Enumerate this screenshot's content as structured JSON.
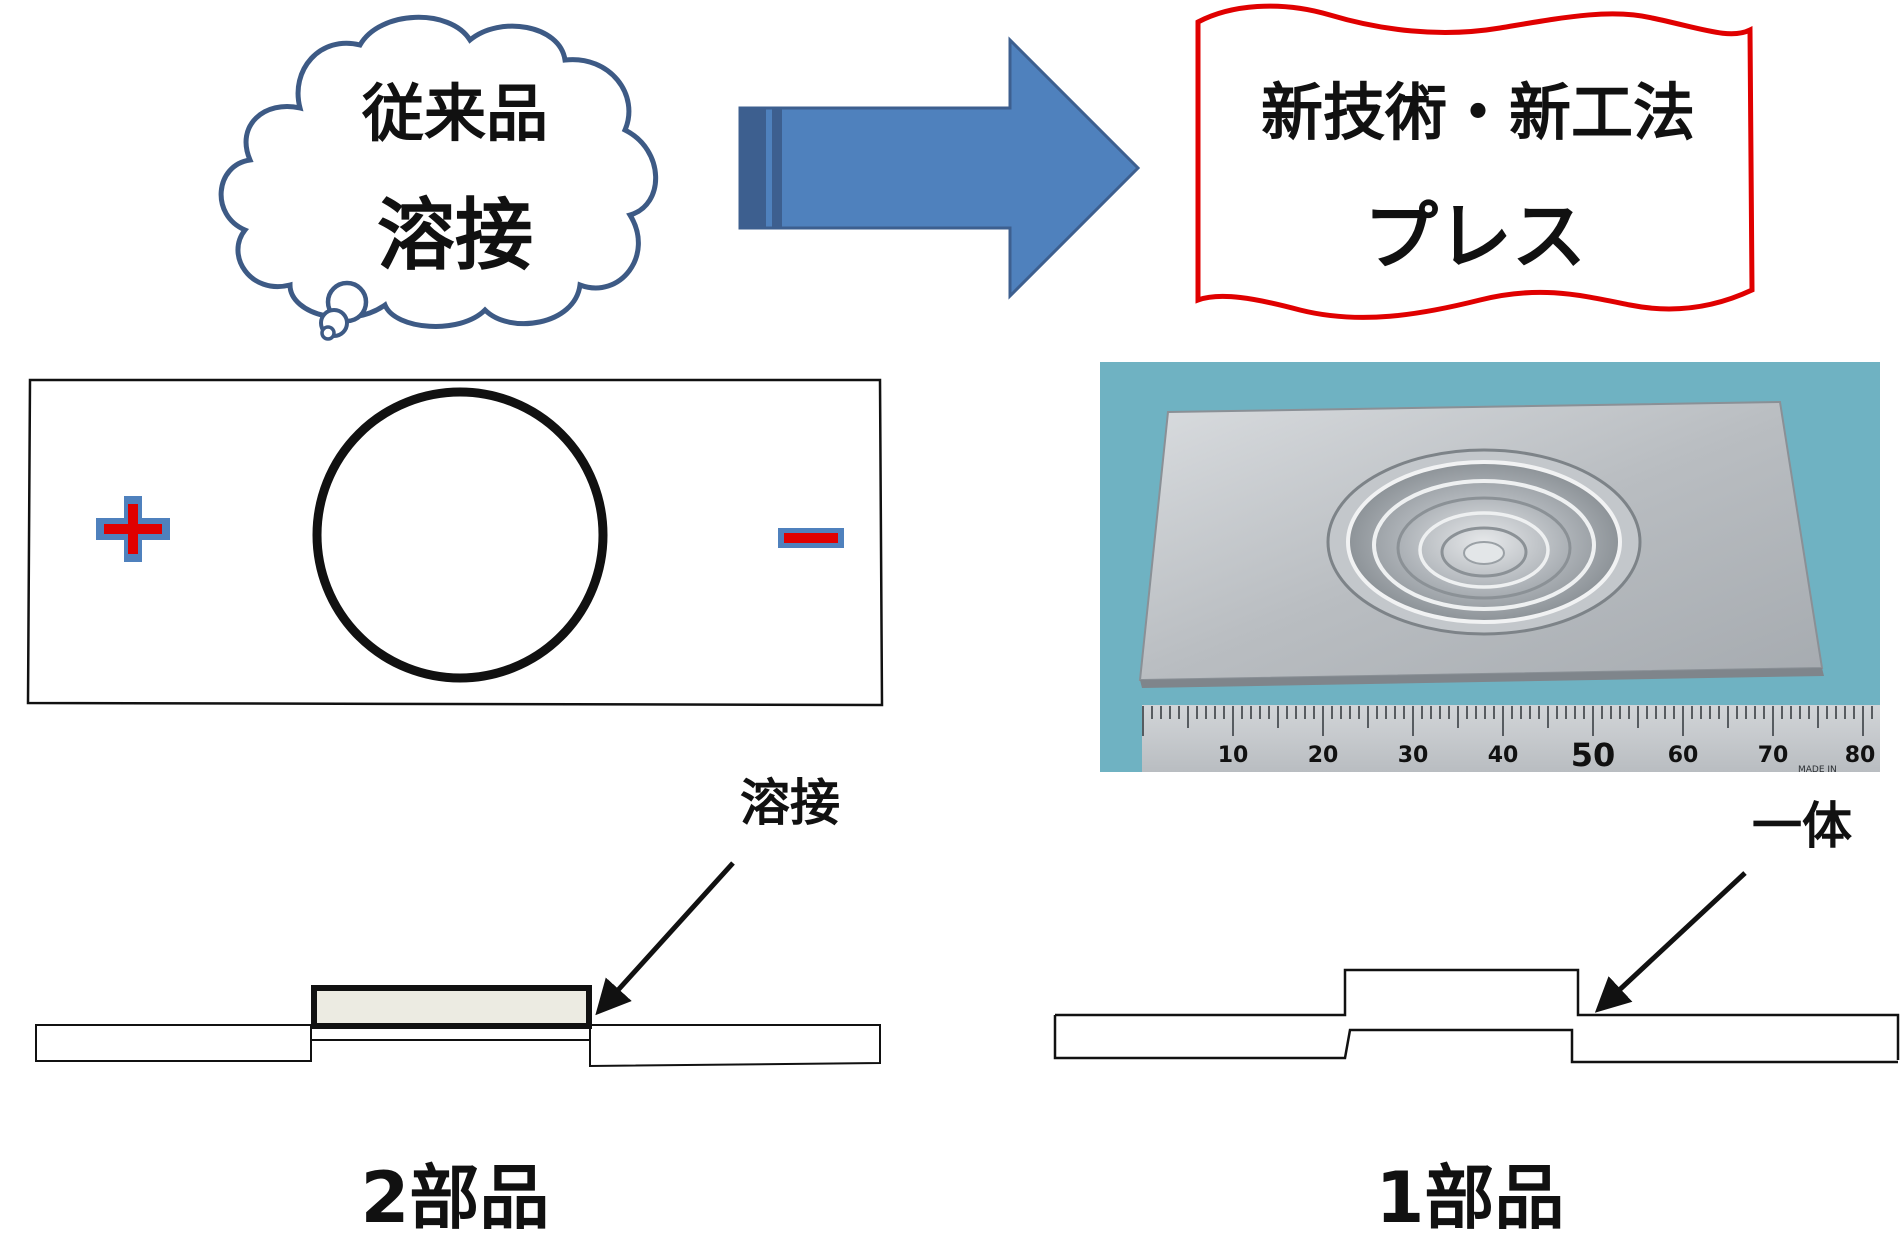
{
  "conventional": {
    "line1": "従来品",
    "line2": "溶接"
  },
  "new_method": {
    "line1": "新技術・新工法",
    "line2": "プレス"
  },
  "left_plate": {
    "plus_sign": "+",
    "minus_sign": "−"
  },
  "left_section": {
    "callout": "溶接",
    "caption": "2部品"
  },
  "right_section": {
    "callout": "一体",
    "caption": "1部品"
  },
  "photo": {
    "ruler_labels": [
      "10",
      "20",
      "30",
      "40",
      "50",
      "60",
      "70",
      "80"
    ],
    "ruler_maker": "MADE IN"
  },
  "colors": {
    "arrow_fill": "#4f81bd",
    "arrow_dark": "#3d5f8f",
    "cloud_stroke": "#3d5a85",
    "banner_stroke": "#e00000",
    "sign_red": "#e00000",
    "sign_blue": "#4f81bd",
    "weld_fill": "#ecebe2",
    "photo_bg": "#6fb2c2"
  }
}
